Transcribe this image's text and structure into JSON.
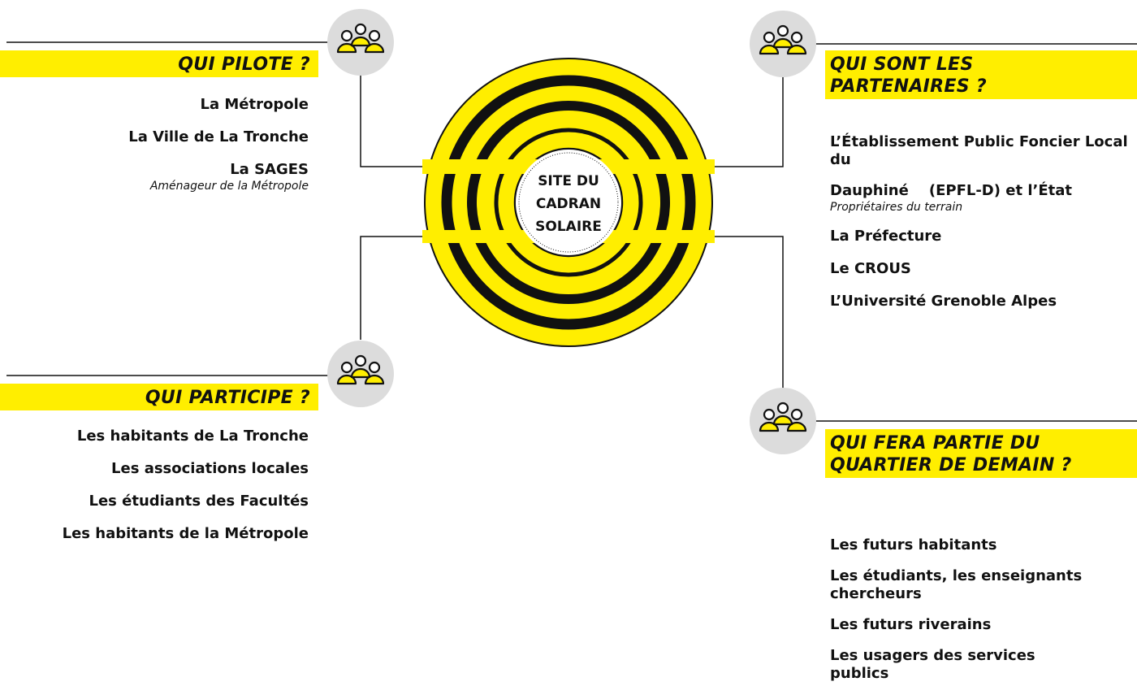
{
  "center": {
    "line1": "SITE DU",
    "line2": "CADRAN",
    "line3": "SOLAIRE"
  },
  "colors": {
    "accent": "#ffee00",
    "ink": "#111111",
    "icon_bg": "#dcdcdc"
  },
  "icons": {
    "group": "people-group-icon"
  },
  "sections": {
    "pilote": {
      "title": "QUI PILOTE ?",
      "items": [
        "La Métropole",
        "La Ville de La Tronche",
        "La SAGES"
      ],
      "note": "Aménageur de la Métropole"
    },
    "partenaires": {
      "title_line1": "QUI SONT LES",
      "title_line2": "PARTENAIRES ?",
      "items": [
        "L’Établissement Public Foncier Local du",
        "Dauphiné    (EPFL-D) et l’État",
        "La Préfecture",
        "Le CROUS",
        "L’Université Grenoble Alpes"
      ],
      "note": "Propriétaires du terrain"
    },
    "participe": {
      "title": "QUI PARTICIPE ?",
      "items": [
        "Les habitants de La Tronche",
        "Les associations locales",
        "Les étudiants des Facultés",
        "Les habitants de la Métropole"
      ]
    },
    "futur": {
      "title_line1": "QUI FERA PARTIE DU",
      "title_line2": "QUARTIER DE DEMAIN ?",
      "items": [
        "Les futurs habitants",
        "Les étudiants, les enseignants chercheurs",
        "Les futurs riverains",
        "Les usagers des services publics"
      ]
    }
  }
}
